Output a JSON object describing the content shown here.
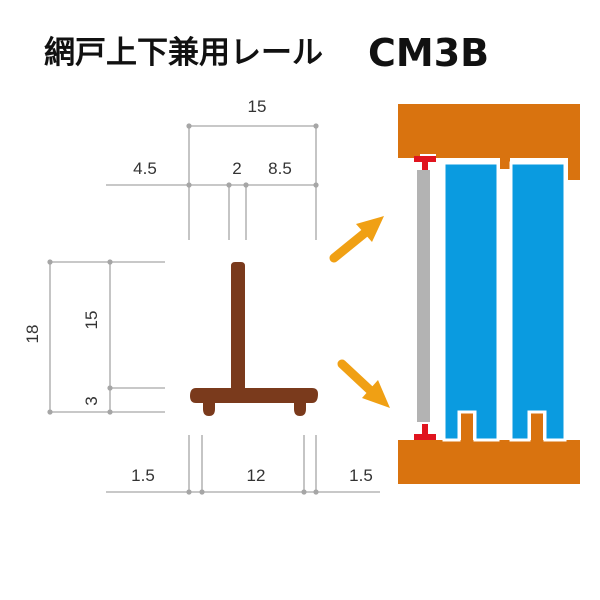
{
  "title": {
    "name": "網戸上下兼用レール",
    "code": "CM3B"
  },
  "dimensions": {
    "top_overall": "15",
    "top_left": "4.5",
    "top_middle": "2",
    "top_right": "8.5",
    "side_overall": "18",
    "side_upper": "15",
    "side_lower": "3",
    "bottom_left": "1.5",
    "bottom_middle": "12",
    "bottom_right": "1.5"
  },
  "colors": {
    "rail": "#7a3a1c",
    "frame": "#d9730f",
    "glass": "#0a9be0",
    "screen": "#b3b3b3",
    "rail_marker": "#e0141e",
    "arrow": "#f0a014",
    "dimension_line": "#a6a6a6"
  },
  "icons": {
    "arrow_upper": "arrow-up-right",
    "arrow_lower": "arrow-down-right"
  }
}
